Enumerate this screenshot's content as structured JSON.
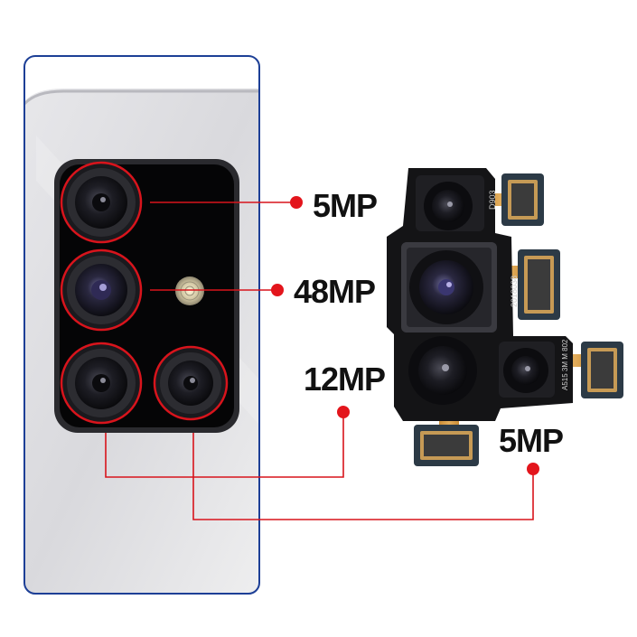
{
  "labels": {
    "top": "5MP",
    "main": "48MP",
    "mid": "12MP",
    "bottom": "5MP"
  },
  "module_prints": {
    "m1": "D903",
    "m2": "2018038",
    "m3": "A515 3M M 802"
  },
  "colors": {
    "frame_border": "#1d3f96",
    "ring": "#d8141c",
    "callout_line": "#d8141c",
    "dot": "#e3151c",
    "label": "#111111",
    "flex_cable": "#d9a14a",
    "connector": "#2c3a46"
  }
}
